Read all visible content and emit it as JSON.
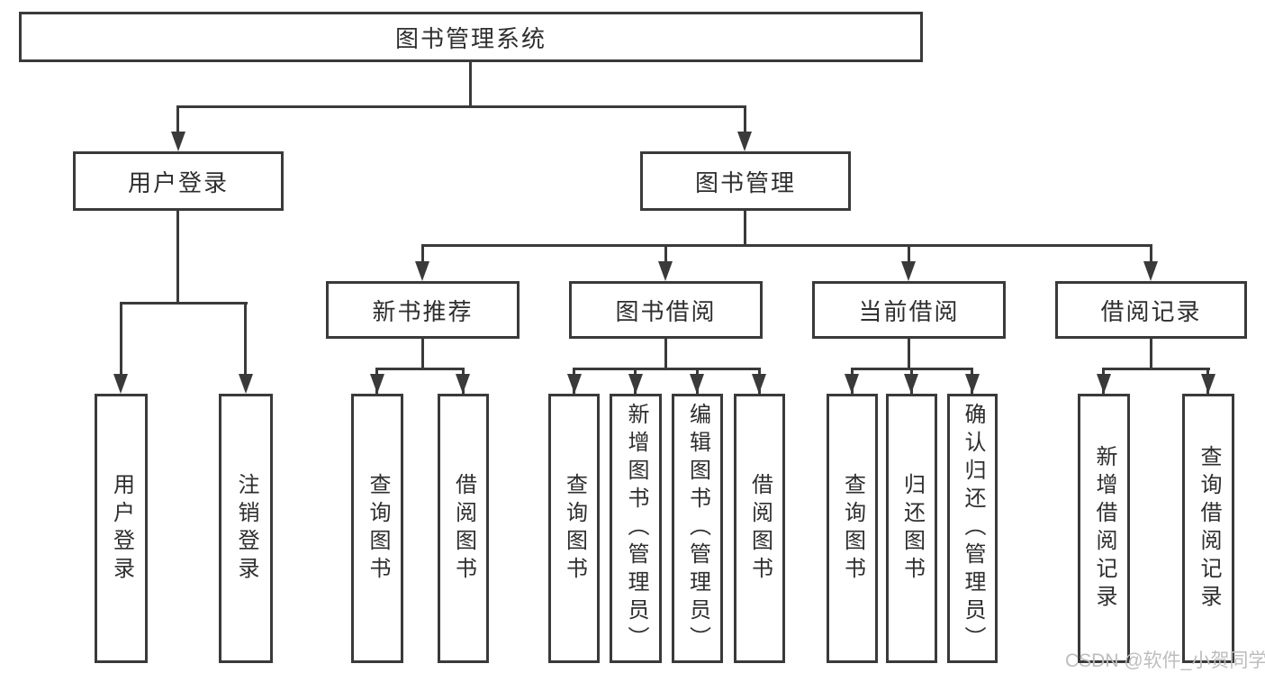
{
  "diagram": {
    "root": {
      "label": "图书管理系统"
    },
    "branches": [
      {
        "label": "用户登录",
        "children": [
          {
            "label": "用户登录"
          },
          {
            "label": "注销登录"
          }
        ]
      },
      {
        "label": "图书管理",
        "children": [
          {
            "label": "新书推荐",
            "children": [
              {
                "label": "查询图书"
              },
              {
                "label": "借阅图书"
              }
            ]
          },
          {
            "label": "图书借阅",
            "children": [
              {
                "label": "查询图书"
              },
              {
                "label": "新增图书（管理员）"
              },
              {
                "label": "编辑图书（管理员）"
              },
              {
                "label": "借阅图书"
              }
            ]
          },
          {
            "label": "当前借阅",
            "children": [
              {
                "label": "查询图书"
              },
              {
                "label": "归还图书"
              },
              {
                "label": "确认归还（管理员）"
              }
            ]
          },
          {
            "label": "借阅记录",
            "children": [
              {
                "label": "新增借阅记录"
              },
              {
                "label": "查询借阅记录"
              }
            ]
          }
        ]
      }
    ]
  },
  "watermark": "CSDN @软件_小贺同学",
  "colors": {
    "line": "#3a3a3a",
    "text": "#2e2e2e",
    "background": "#ffffff",
    "watermark": "#bdbdbd"
  }
}
